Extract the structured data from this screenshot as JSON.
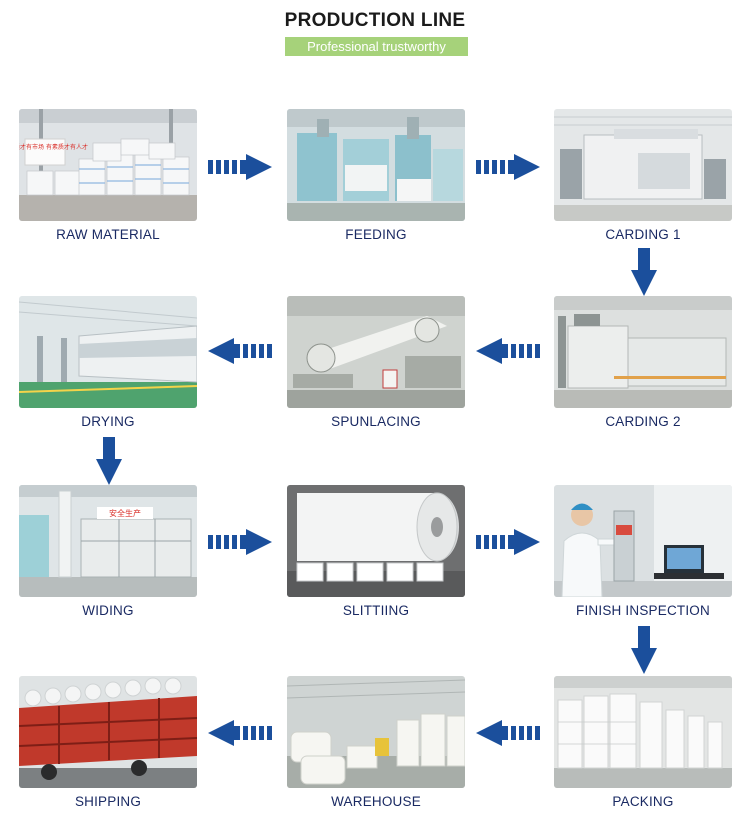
{
  "header": {
    "title": "PRODUCTION LINE",
    "subtitle": "Professional trustworthy"
  },
  "colors": {
    "arrow": "#1b4f9c",
    "label": "#1a2a63",
    "subtitle_bg": "#a6d27a"
  },
  "stages": [
    {
      "label": "RAW MATERIAL",
      "scene": "bales-in-warehouse",
      "sign": "有品质才有市场 有素质才有人才"
    },
    {
      "label": "FEEDING",
      "scene": "feeding-machines"
    },
    {
      "label": "CARDING 1",
      "scene": "carding-machine"
    },
    {
      "label": "CARDING 2",
      "scene": "carding-machine"
    },
    {
      "label": "SPUNLACING",
      "scene": "spunlace-rollers"
    },
    {
      "label": "DRYING",
      "scene": "dryer-hall"
    },
    {
      "label": "WIDING",
      "scene": "winding-station",
      "sign": "安全生产"
    },
    {
      "label": "SLITTIING",
      "scene": "big-roll-slitting"
    },
    {
      "label": "FINISH INSPECTION",
      "scene": "lab-inspection"
    },
    {
      "label": "PACKING",
      "scene": "packed-rolls"
    },
    {
      "label": "WAREHOUSE",
      "scene": "roll-storage"
    },
    {
      "label": "SHIPPING",
      "scene": "loaded-truck"
    }
  ],
  "flow": [
    {
      "direction": "right"
    },
    {
      "direction": "right"
    },
    {
      "direction": "down"
    },
    {
      "direction": "left"
    },
    {
      "direction": "left"
    },
    {
      "direction": "down"
    },
    {
      "direction": "right"
    },
    {
      "direction": "right"
    },
    {
      "direction": "down"
    },
    {
      "direction": "left"
    },
    {
      "direction": "left"
    }
  ]
}
